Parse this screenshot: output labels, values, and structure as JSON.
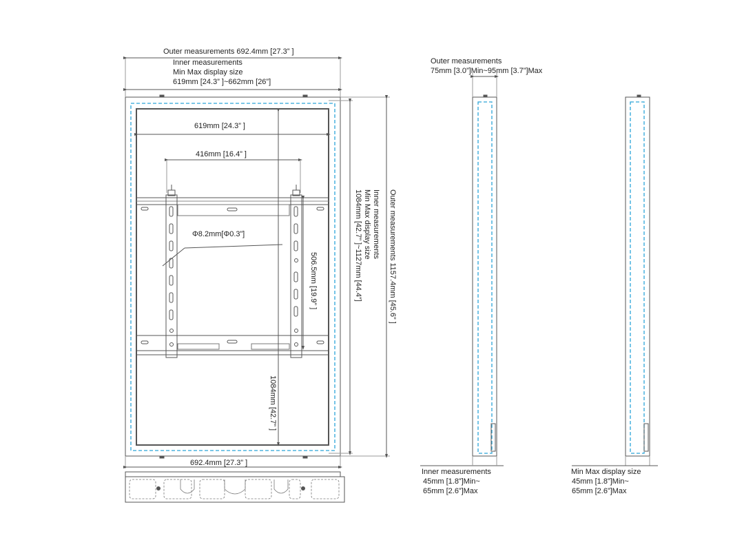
{
  "front": {
    "outer_width": "Outer measurements 692.4mm [27.3” ]",
    "inner_title": "Inner measurements",
    "display_title": "Min Max display size",
    "inner_width_range": "619mm [24.3”  ]~662mm [26”]",
    "inner_width": "619mm [24.3”  ]",
    "vesa_width": "416mm [16.4”  ]",
    "hole_diameter": "Φ8.2mm[Φ0.3”]",
    "vesa_height": "506.5mm [19.9”  ]",
    "inner_height": "1084mm [42.7”  ]",
    "bottom_width": "692.4mm [27.3”  ]",
    "right_inner_title": "Inner measurements",
    "right_display_title": "Min Max display size",
    "right_inner_height_range": "1084mm [42.7”  ]~1127mm [44.4”]",
    "outer_height": "Outer measurements  1157.4mm [45.6”  ]"
  },
  "side_outer": {
    "title": "Outer measurements",
    "range": "75mm [3.0”]Min~95mm [3.7”]Max"
  },
  "side_inner": {
    "title": "Inner measurements",
    "line1": "45mm [1.8”]Min~",
    "line2": "65mm [2.6”]Max"
  },
  "side_display": {
    "title": "Min Max display size",
    "line1": "45mm [1.8”]Min~",
    "line2": "65mm [2.6”]Max"
  },
  "colors": {
    "line": "#555555",
    "dashed_outline": "#2aa3d8"
  }
}
